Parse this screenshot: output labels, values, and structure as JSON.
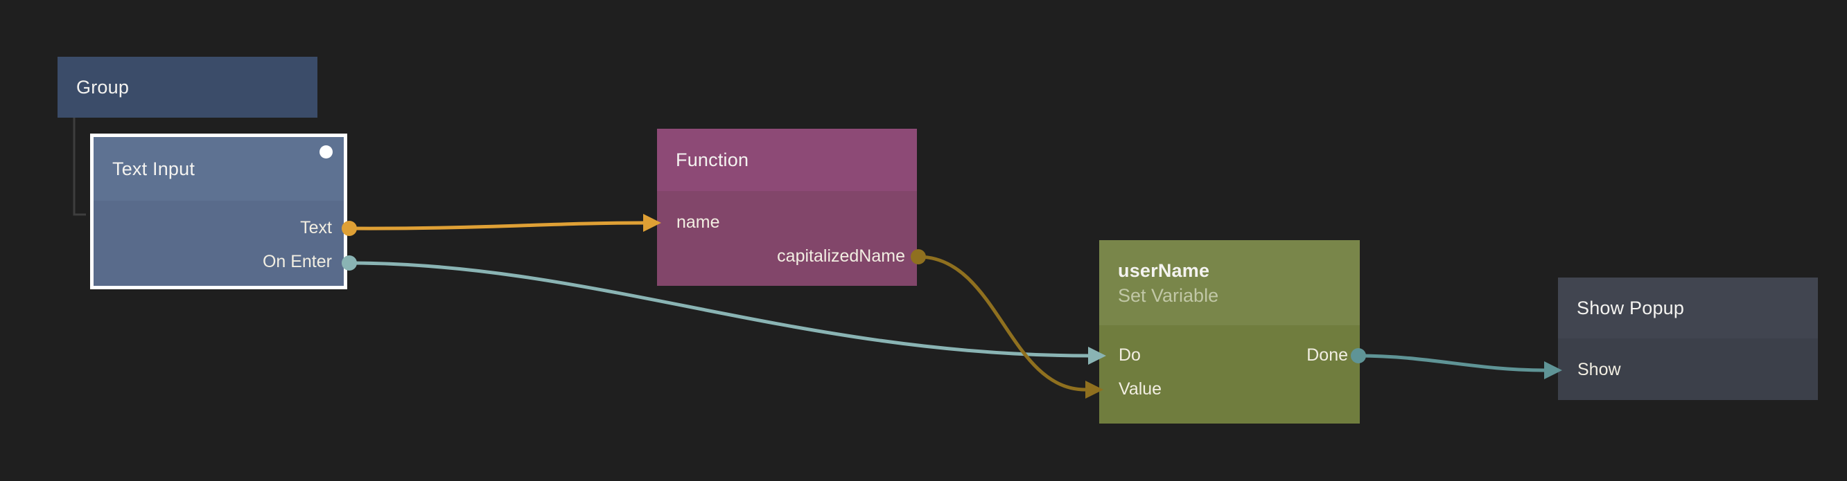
{
  "canvas": {
    "background": "#1f1f1f",
    "tree_line_color": "#3e3e3e"
  },
  "colors": {
    "selection_border": "#ffffff",
    "status_dot": "#ffffff",
    "title_text": "#f4f3f0",
    "subtitle_text": "#c1c7a6",
    "port_text": "#f2eee2",
    "wire_string_bright": "#dfa035",
    "wire_string_dim": "#8f701f",
    "wire_signal_bright": "#8ab4b4",
    "wire_signal_dim": "#5f9496"
  },
  "nodes": {
    "group": {
      "title": "Group",
      "fill": "#3b4c69"
    },
    "text_input": {
      "title": "Text Input",
      "selected": true,
      "header_fill": "#5e7292",
      "body_fill": "#596b8b",
      "outputs": [
        {
          "label": "Text",
          "type": "string"
        },
        {
          "label": "On Enter",
          "type": "signal"
        }
      ]
    },
    "function": {
      "title": "Function",
      "header_fill": "#8d4a76",
      "body_fill": "#82466a",
      "inputs": [
        {
          "label": "name",
          "type": "string"
        }
      ],
      "outputs": [
        {
          "label": "capitalizedName",
          "type": "string"
        }
      ]
    },
    "set_variable": {
      "title": "userName",
      "subtitle": "Set Variable",
      "header_fill": "#79864a",
      "body_fill": "#707d3e",
      "inputs": [
        {
          "label": "Do",
          "type": "signal"
        },
        {
          "label": "Value",
          "type": "string"
        }
      ],
      "outputs": [
        {
          "label": "Done",
          "type": "signal"
        }
      ]
    },
    "show_popup": {
      "title": "Show Popup",
      "header_fill": "#414550",
      "body_fill": "#3c404a",
      "inputs": [
        {
          "label": "Show",
          "type": "signal"
        }
      ]
    }
  },
  "connections": [
    {
      "from": "Text Input.Text",
      "to": "Function.name",
      "type": "string",
      "state": "bright"
    },
    {
      "from": "Text Input.On Enter",
      "to": "userName.Do",
      "type": "signal",
      "state": "bright"
    },
    {
      "from": "Function.capitalizedName",
      "to": "userName.Value",
      "type": "string",
      "state": "dim"
    },
    {
      "from": "userName.Done",
      "to": "Show Popup.Show",
      "type": "signal",
      "state": "dim"
    }
  ]
}
